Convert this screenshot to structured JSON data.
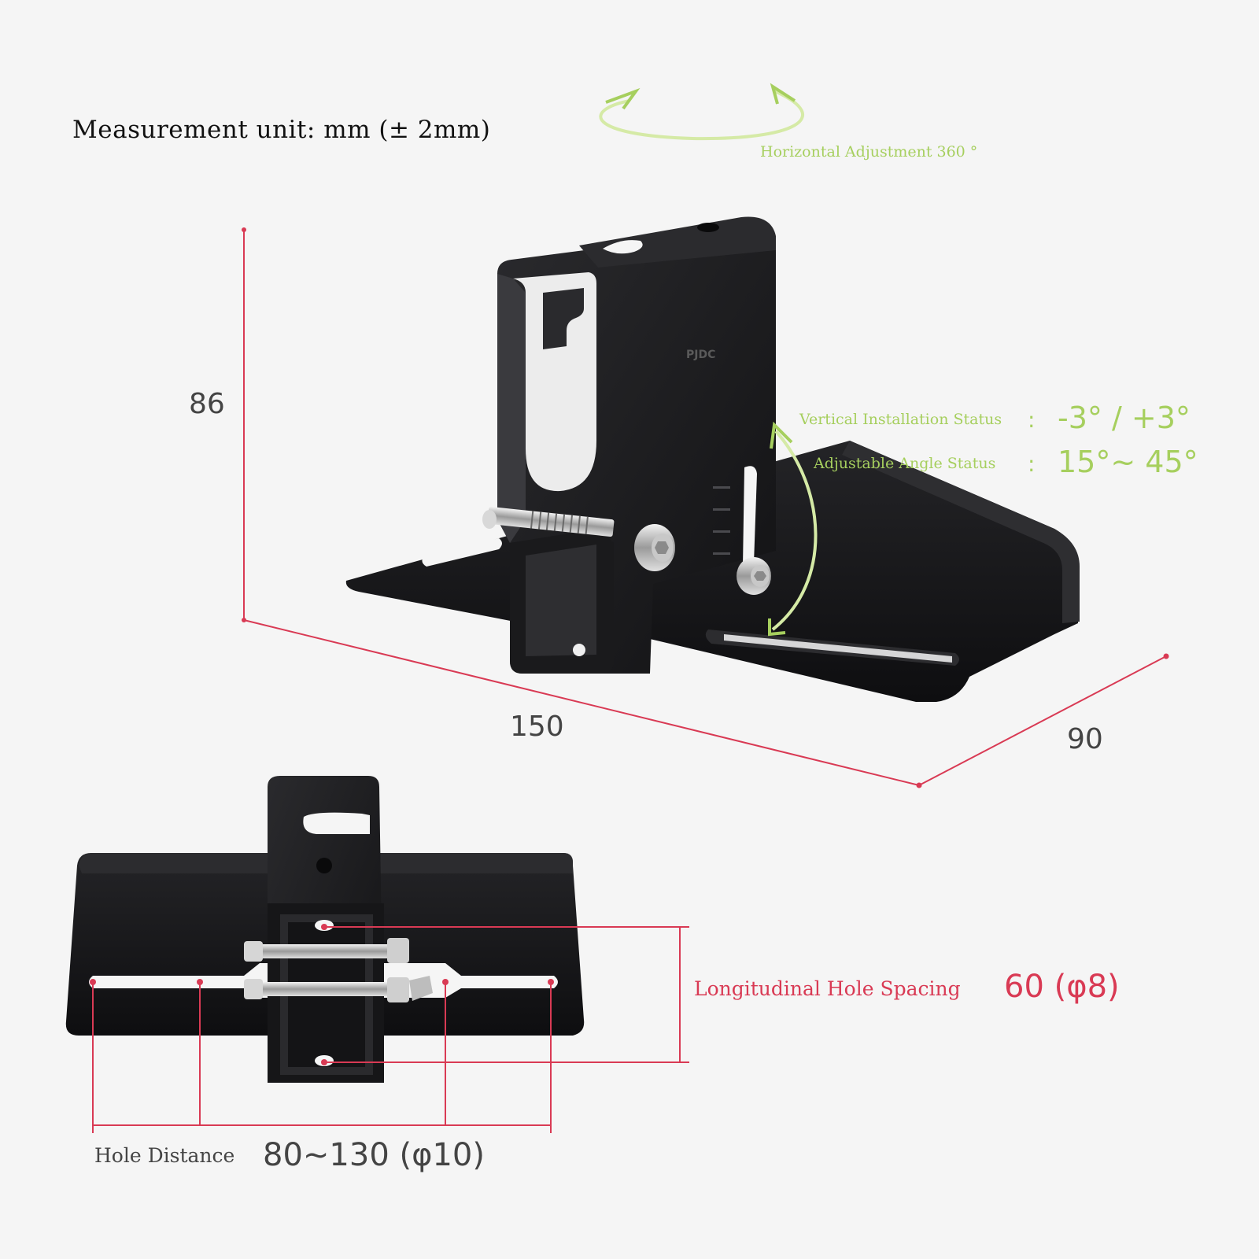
{
  "header": {
    "measurement_note": "Measurement unit: mm (± 2mm)"
  },
  "rotation": {
    "horizontal_label": "Horizontal Adjustment 360 °"
  },
  "dimensions": {
    "height": "86",
    "length": "150",
    "depth": "90"
  },
  "angles": {
    "vertical_label": "Vertical Installation Status",
    "vertical_value": "-3° / +3°",
    "adjustable_label": "Adjustable Angle Status",
    "adjustable_value": "15°~ 45°",
    "separator": ":"
  },
  "holes": {
    "longitudinal_label": "Longitudinal Hole Spacing",
    "longitudinal_value": "60 (φ8)",
    "distance_label": "Hole Distance",
    "distance_value": "80~130 (φ10)"
  },
  "product": {
    "brand_mark": "PJDC"
  },
  "colors": {
    "background": "#f5f5f5",
    "dimension_line": "#d93a54",
    "angle_annotation": "#a6cf5e",
    "bracket_metal": "#1c1c1e"
  }
}
